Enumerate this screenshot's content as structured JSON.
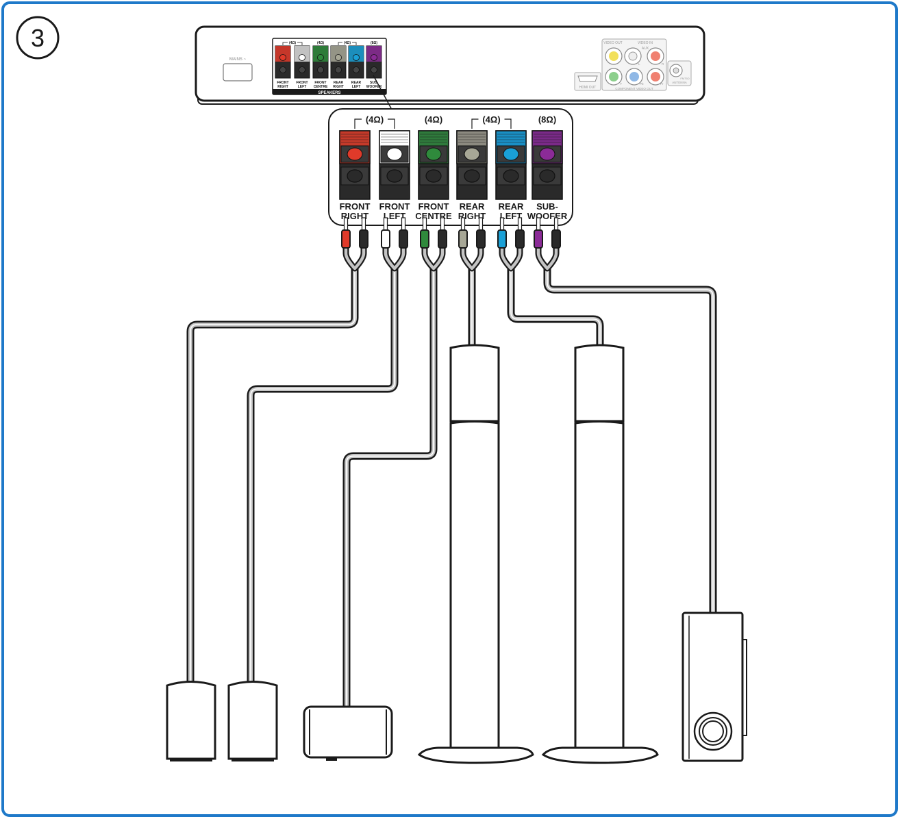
{
  "step": {
    "number": "3"
  },
  "unit": {
    "mains_label": "MAINS ~",
    "speakers_label": "SPEAKERS",
    "hdmi_label": "HDMI OUT",
    "video_out_label": "VIDEO OUT",
    "video_in_label": "VIDEO IN",
    "aux_label": "AUX",
    "component_label": "COMPONENT VIDEO OUT",
    "antenna_label": "ANTENNA",
    "fm_label": "FM75Ω",
    "jack_y": "Y",
    "jack_pb": "Pb",
    "jack_pr": "Pr",
    "jack_l": "L",
    "jack_r": "R",
    "small_terminals": [
      {
        "line1": "FRONT",
        "line2": "RIGHT",
        "color": "#e03a2a"
      },
      {
        "line1": "FRONT",
        "line2": "LEFT",
        "color": "#ffffff"
      },
      {
        "line1": "FRONT",
        "line2": "CENTRE",
        "color": "#2f8a3c"
      },
      {
        "line1": "REAR",
        "line2": "RIGHT",
        "color": "#a7a796"
      },
      {
        "line1": "REAR",
        "line2": "LEFT",
        "color": "#1aa0d6"
      },
      {
        "line1": "SUB-",
        "line2": "WOOFER",
        "color": "#8b2b97"
      }
    ],
    "small_impedance": [
      "(4Ω)",
      "(4Ω)",
      "(4Ω)",
      "(8Ω)"
    ]
  },
  "panel": {
    "impedance_labels": [
      "(4Ω)",
      "(4Ω)",
      "(4Ω)",
      "(8Ω)"
    ],
    "terminals": [
      {
        "line1": "FRONT",
        "line2": "RIGHT",
        "color": "#e03a2a",
        "band": "#c43a2a"
      },
      {
        "line1": "FRONT",
        "line2": "LEFT",
        "color": "#ffffff",
        "band": "#ffffff"
      },
      {
        "line1": "FRONT",
        "line2": "CENTRE",
        "color": "#2f8a3c",
        "band": "#2f7a3c"
      },
      {
        "line1": "REAR",
        "line2": "RIGHT",
        "color": "#a7a796",
        "band": "#8c8a80"
      },
      {
        "line1": "REAR",
        "line2": "LEFT",
        "color": "#1aa0d6",
        "band": "#1a8fc4"
      },
      {
        "line1": "SUB-",
        "line2": "WOOFER",
        "color": "#8b2b97",
        "band": "#7a2a88"
      }
    ]
  },
  "speakers": [
    {
      "name": "front-right-speaker"
    },
    {
      "name": "front-left-speaker"
    },
    {
      "name": "centre-speaker"
    },
    {
      "name": "rear-right-speaker"
    },
    {
      "name": "rear-left-speaker"
    },
    {
      "name": "subwoofer"
    }
  ],
  "colors": {
    "frame": "#1f79c9",
    "outline": "#1a1a1a"
  }
}
